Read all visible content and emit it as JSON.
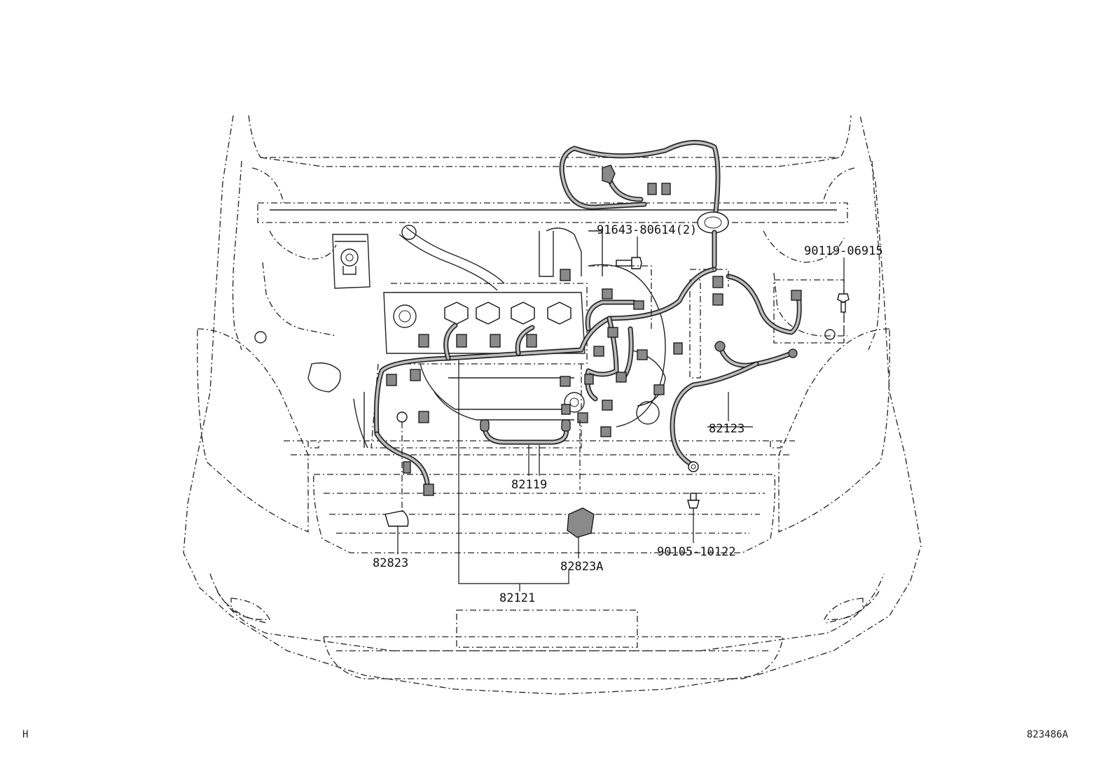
{
  "labels": {
    "p1": "91643-80614(2)",
    "p2": "90119-06915",
    "p3": "82123",
    "p4": "82119",
    "p5": "82823",
    "p6": "82823A",
    "p7": "90105-10122",
    "p8": "82121"
  },
  "corner_left": "H",
  "illustration_number": "823486A"
}
